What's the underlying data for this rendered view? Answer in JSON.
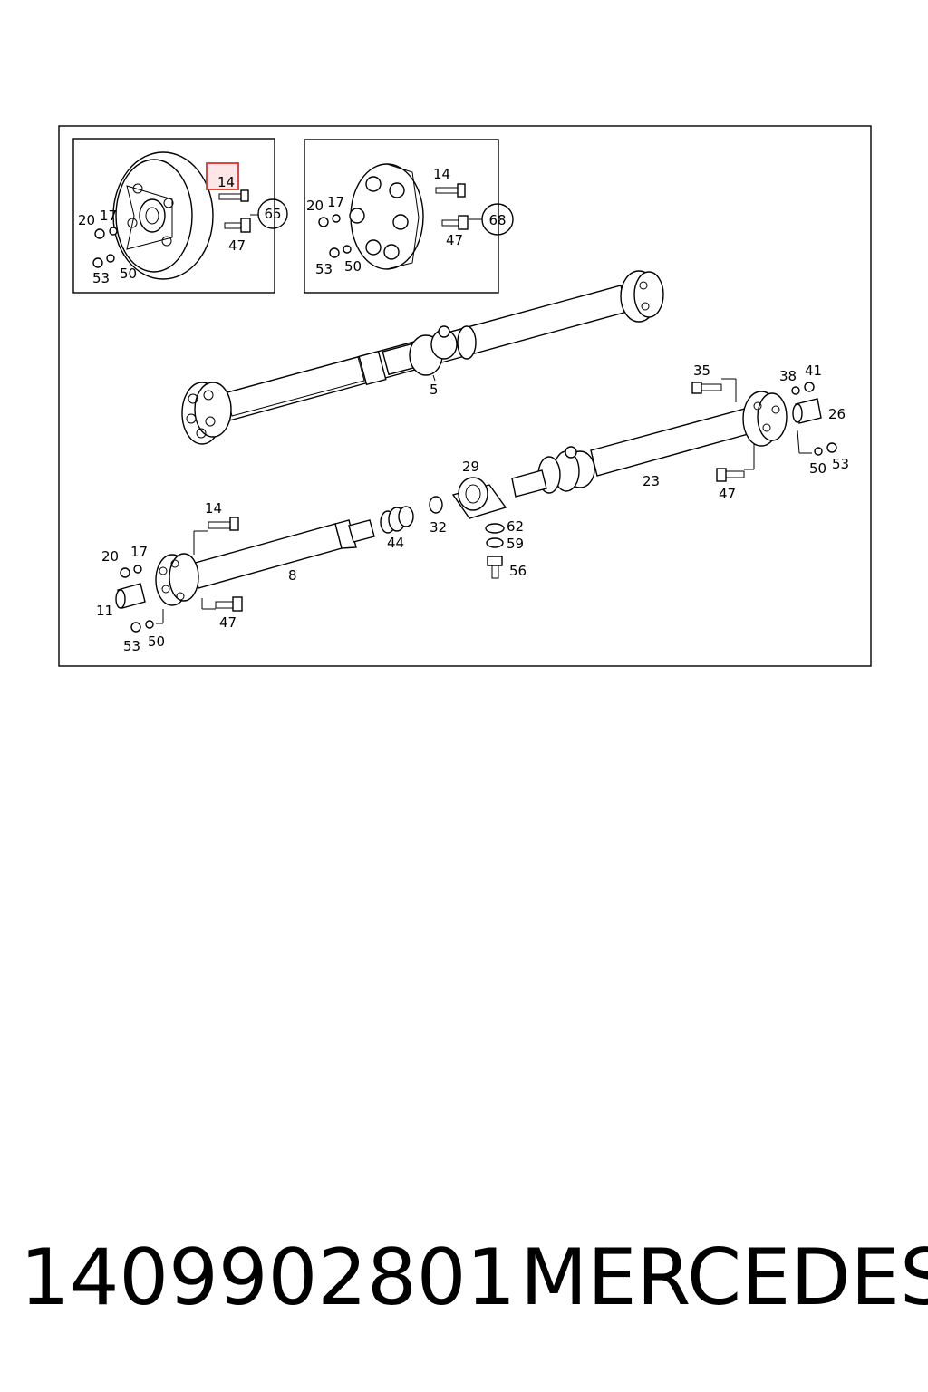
{
  "diagram": {
    "inset_left": {
      "circle_label": "65",
      "labels": [
        "14",
        "20",
        "17",
        "47",
        "53",
        "50"
      ]
    },
    "inset_right": {
      "circle_label": "68",
      "labels": [
        "14",
        "20",
        "17",
        "47",
        "53",
        "50"
      ]
    },
    "main_labels": {
      "shaft_upper": "5",
      "bolt_35": "35",
      "washer_38": "38",
      "nut_41": "41",
      "bush_26": "26",
      "washer_50": "50",
      "nut_53": "53",
      "shaft_23": "23",
      "bolt_47": "47",
      "bearing_29": "29",
      "ring_32": "32",
      "boot_44": "44",
      "washer_62": "62",
      "washer_59": "59",
      "bolt_56": "56",
      "shaft_8": "8",
      "bolt_14": "14",
      "nut_20": "20",
      "washer_17": "17",
      "bush_11": "11",
      "bolt_47b": "47",
      "nut_53b": "53",
      "washer_50b": "50"
    },
    "highlight_color": "#e03030"
  },
  "caption": {
    "part_number": "1409902801",
    "brand": "MERCEDES"
  }
}
